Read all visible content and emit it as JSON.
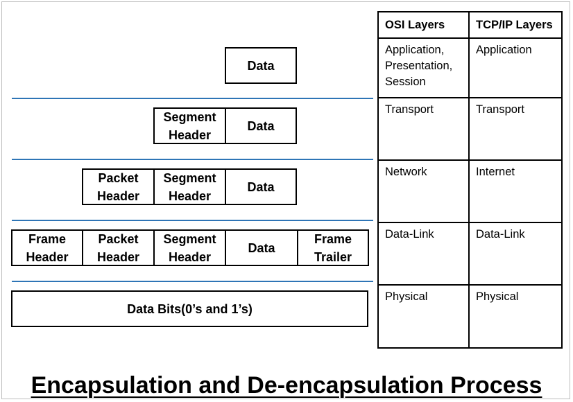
{
  "diagram": {
    "title": "Encapsulation and De-encapsulation Process",
    "rows": [
      {
        "cells": [
          "Data"
        ]
      },
      {
        "cells": [
          "Segment Header",
          "Data"
        ]
      },
      {
        "cells": [
          "Packet Header",
          "Segment Header",
          "Data"
        ]
      },
      {
        "cells": [
          "Frame Header",
          "Packet Header",
          "Segment Header",
          "Data",
          "Frame Trailer"
        ]
      },
      {
        "cells": [
          "Data Bits(0’s and 1’s)"
        ]
      }
    ],
    "labels": {
      "data": "Data",
      "segment_header": "Segment Header",
      "packet_header": "Packet Header",
      "frame_header": "Frame Header",
      "frame_trailer": "Frame Trailer",
      "data_bits": "Data Bits(0’s and 1’s)"
    },
    "separator_color": "#2e75b6"
  },
  "layers_table": {
    "headers": [
      "OSI Layers",
      "TCP/IP Layers"
    ],
    "rows": [
      {
        "osi": "Application, Presentation, Session",
        "tcpip": "Application"
      },
      {
        "osi": "Transport",
        "tcpip": "Transport"
      },
      {
        "osi": "Network",
        "tcpip": "Internet"
      },
      {
        "osi": "Data-Link",
        "tcpip": "Data-Link"
      },
      {
        "osi": "Physical",
        "tcpip": "Physical"
      }
    ]
  }
}
